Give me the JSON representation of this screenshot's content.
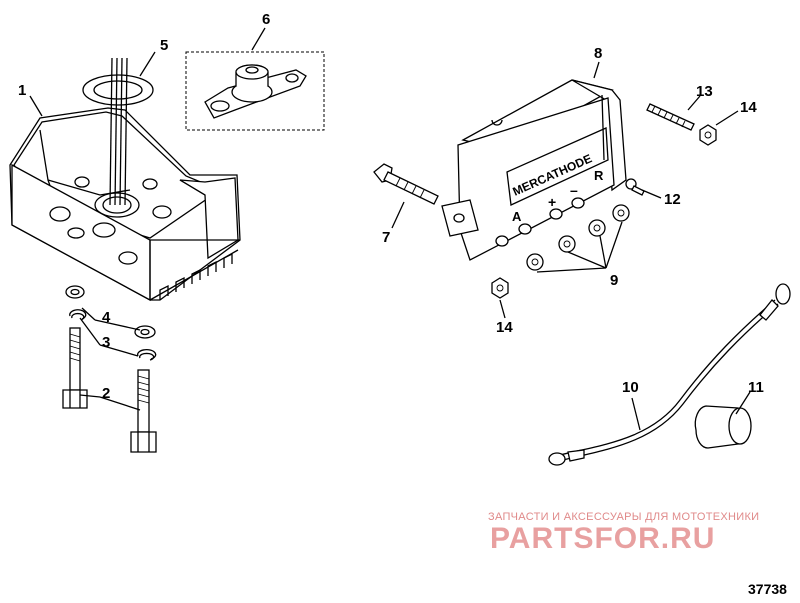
{
  "callouts": [
    "1",
    "2",
    "3",
    "4",
    "5",
    "6",
    "7",
    "8",
    "9",
    "10",
    "11",
    "12",
    "13",
    "14",
    "14"
  ],
  "module_label": "MERCATHODE",
  "terminals": {
    "a": "A",
    "plus": "+",
    "minus": "–",
    "r": "R"
  },
  "watermark": {
    "top_line": "ЗАПЧАСТИ И АКСЕССУАРЫ ДЛЯ МОТОТЕХНИКИ",
    "brand": "PARTSFOR.RU"
  },
  "figure_number": "37738"
}
